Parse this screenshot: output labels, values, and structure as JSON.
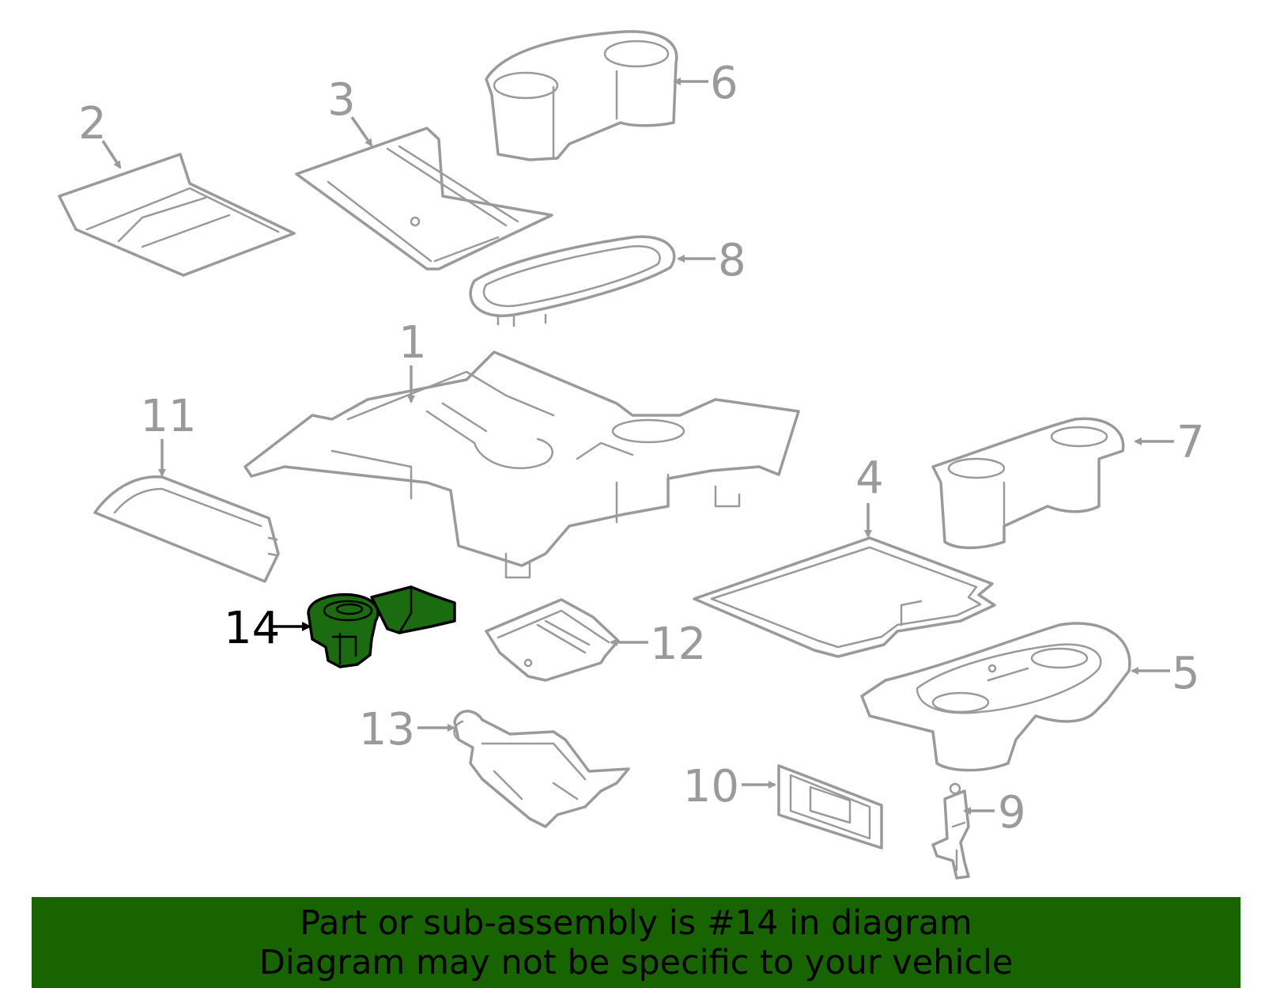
{
  "callouts": {
    "c1": "1",
    "c2": "2",
    "c3": "3",
    "c4": "4",
    "c5": "5",
    "c6": "6",
    "c7": "7",
    "c8": "8",
    "c9": "9",
    "c10": "10",
    "c11": "11",
    "c12": "12",
    "c13": "13",
    "c14": "14"
  },
  "highlight": {
    "part": "14",
    "fill_color": "#1b6b10"
  },
  "banner": {
    "line1": "Part or sub-assembly is #14 in diagram",
    "line2": "Diagram may not be specific to your vehicle",
    "background_color": "#176400"
  },
  "colors": {
    "line": "#9a9a9a",
    "highlight_outline": "#000000"
  }
}
